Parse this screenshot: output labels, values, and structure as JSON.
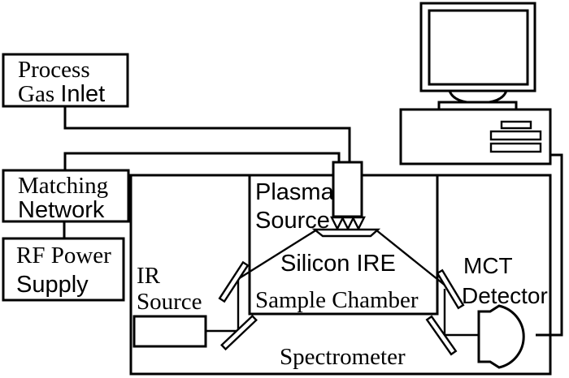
{
  "diagram": {
    "boxes": {
      "process_gas_inlet": {
        "line1": "Process",
        "line2_word1": "Gas ",
        "line2_word2": "Inlet"
      },
      "matching_network": {
        "line1": "Matching",
        "line2": "Network"
      },
      "rf_power_supply": {
        "line1": "RF Power",
        "line2": "Supply"
      },
      "ir_source": {
        "line1": "IR",
        "line2": "Source"
      }
    },
    "chamber": {
      "plasma_source_line1": "Plasma",
      "plasma_source_line2": "Source",
      "silicon_ire": "Silicon IRE",
      "sample_chamber": "Sample Chamber"
    },
    "detector": {
      "line1": "MCT",
      "line2": "Detector"
    },
    "spectrometer_label": "Spectrometer",
    "colors": {
      "stroke": "#000000",
      "background": "#ffffff"
    }
  }
}
